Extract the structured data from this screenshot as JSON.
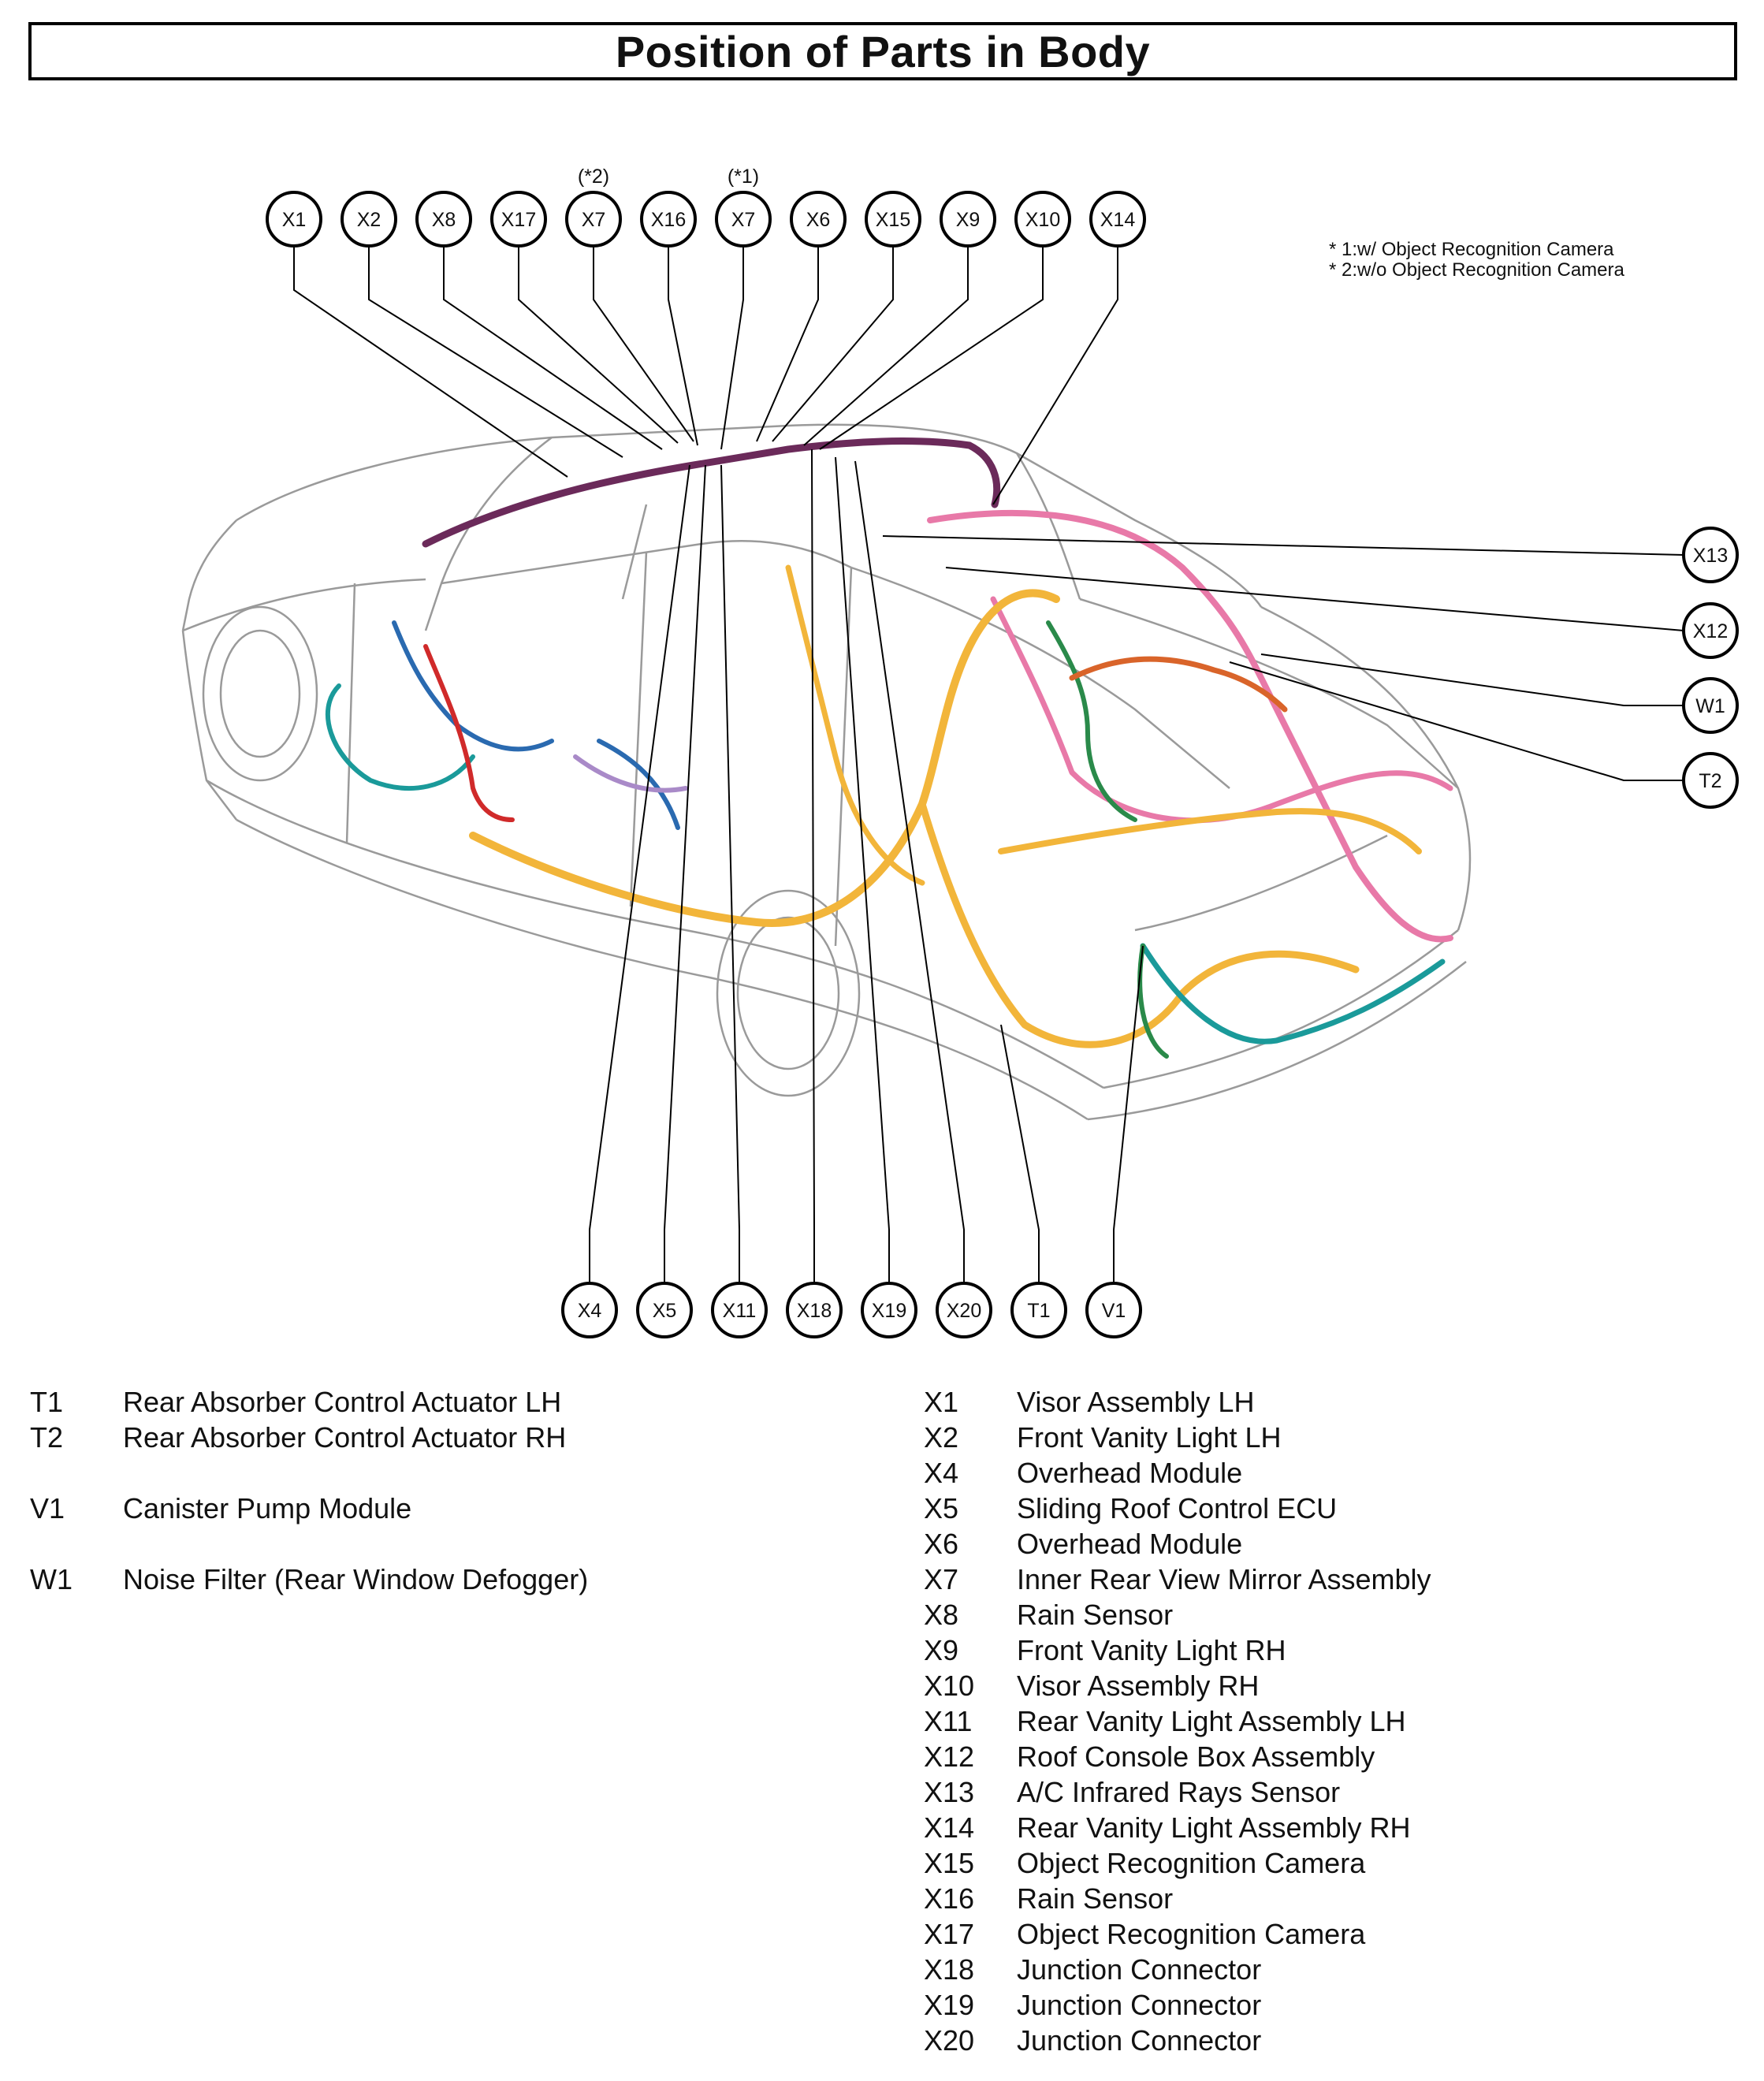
{
  "title": "Position of Parts in Body",
  "notes": [
    "* 1:w/ Object Recognition Camera",
    "* 2:w/o Object Recognition Camera"
  ],
  "top_callouts": [
    {
      "id": "X1",
      "sup": ""
    },
    {
      "id": "X2",
      "sup": ""
    },
    {
      "id": "X8",
      "sup": ""
    },
    {
      "id": "X17",
      "sup": ""
    },
    {
      "id": "X7",
      "sup": "(*2)"
    },
    {
      "id": "X16",
      "sup": ""
    },
    {
      "id": "X7",
      "sup": "(*1)"
    },
    {
      "id": "X6",
      "sup": ""
    },
    {
      "id": "X15",
      "sup": ""
    },
    {
      "id": "X9",
      "sup": ""
    },
    {
      "id": "X10",
      "sup": ""
    },
    {
      "id": "X14",
      "sup": ""
    }
  ],
  "right_callouts": [
    "X13",
    "X12",
    "W1",
    "T2"
  ],
  "bottom_callouts": [
    "X4",
    "X5",
    "X11",
    "X18",
    "X19",
    "X20",
    "T1",
    "V1"
  ],
  "legend_left": [
    {
      "code": "T1",
      "name": "Rear Absorber Control Actuator LH"
    },
    {
      "code": "T2",
      "name": "Rear Absorber Control Actuator RH"
    },
    {
      "code": "",
      "name": ""
    },
    {
      "code": "V1",
      "name": "Canister Pump Module"
    },
    {
      "code": "",
      "name": ""
    },
    {
      "code": "W1",
      "name": "Noise Filter (Rear Window Defogger)"
    }
  ],
  "legend_right": [
    {
      "code": "X1",
      "name": "Visor Assembly LH"
    },
    {
      "code": "X2",
      "name": "Front Vanity Light LH"
    },
    {
      "code": "X4",
      "name": "Overhead Module"
    },
    {
      "code": "X5",
      "name": "Sliding Roof Control ECU"
    },
    {
      "code": "X6",
      "name": "Overhead Module"
    },
    {
      "code": "X7",
      "name": "Inner Rear View Mirror Assembly"
    },
    {
      "code": "X8",
      "name": "Rain Sensor"
    },
    {
      "code": "X9",
      "name": "Front Vanity Light RH"
    },
    {
      "code": "X10",
      "name": "Visor Assembly RH"
    },
    {
      "code": "X11",
      "name": "Rear Vanity Light Assembly LH"
    },
    {
      "code": "X12",
      "name": "Roof Console Box Assembly"
    },
    {
      "code": "X13",
      "name": "A/C Infrared Rays Sensor"
    },
    {
      "code": "X14",
      "name": "Rear Vanity Light Assembly RH"
    },
    {
      "code": "X15",
      "name": "Object Recognition Camera"
    },
    {
      "code": "X16",
      "name": "Rain Sensor"
    },
    {
      "code": "X17",
      "name": "Object Recognition Camera"
    },
    {
      "code": "X18",
      "name": "Junction Connector"
    },
    {
      "code": "X19",
      "name": "Junction Connector"
    },
    {
      "code": "X20",
      "name": "Junction Connector"
    }
  ],
  "colors": {
    "outline": "#000000",
    "car_body": "#9a9a9a",
    "harness_yellow": "#f2b53a",
    "harness_pink": "#e879a8",
    "harness_purple": "#6b2a5a",
    "harness_teal": "#1a9a9a",
    "harness_green": "#2a8a4a",
    "harness_orange": "#d9642a",
    "harness_blue": "#2a6ab0",
    "harness_red": "#d02a2a",
    "harness_lavender": "#a98ac8"
  }
}
